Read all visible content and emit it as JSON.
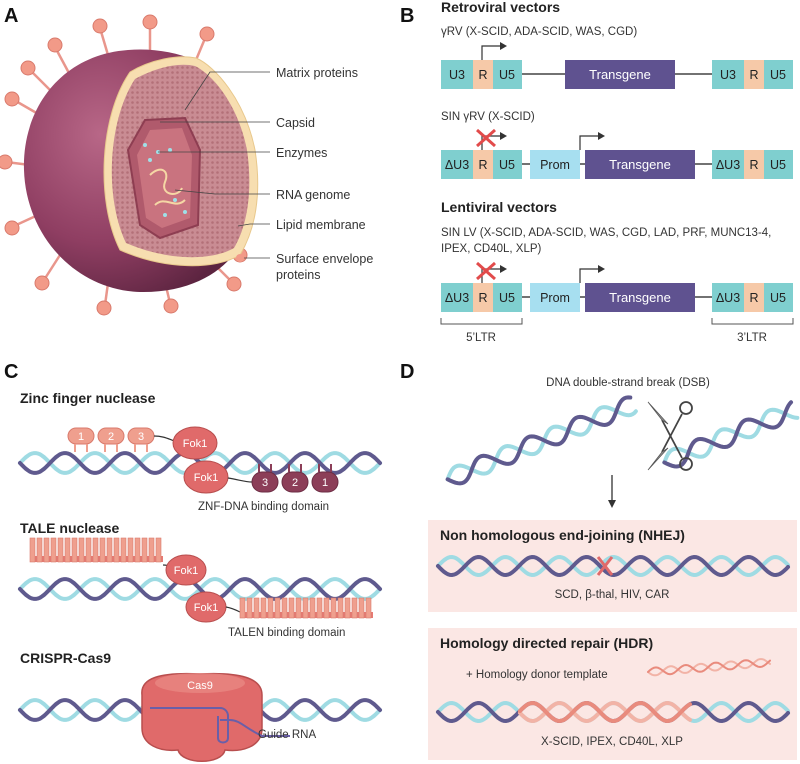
{
  "panels": {
    "a": "A",
    "b": "B",
    "c": "C",
    "d": "D"
  },
  "panel_a": {
    "labels": {
      "matrix": "Matrix proteins",
      "capsid": "Capsid",
      "enzymes": "Enzymes",
      "rna": "RNA genome",
      "lipid": "Lipid membrane",
      "envelope_1": "Surface envelope",
      "envelope_2": "proteins"
    }
  },
  "panel_b": {
    "retro_title": "Retroviral vectors",
    "gamma_rv": "γRV (X-SCID, ADA-SCID, WAS, CGD)",
    "sin_gamma_rv": "SIN γRV (X-SCID)",
    "lenti_title": "Lentiviral vectors",
    "sin_lv_1": "SIN LV (X-SCID, ADA-SCID, WAS, CGD, LAD, PRF, MUNC13-4,",
    "sin_lv_2": "IPEX, CD40L, XLP)",
    "u3": "U3",
    "du3": "ΔU3",
    "r": "R",
    "u5": "U5",
    "prom": "Prom",
    "transgene": "Transgene",
    "ltr5": "5’LTR",
    "ltr3": "3’LTR"
  },
  "panel_c": {
    "zfn_title": "Zinc finger nuclease",
    "fok1": "Fok1",
    "zf_1": "1",
    "zf_2": "2",
    "zf_3": "3",
    "zfn_domain": "ZNF-DNA binding domain",
    "tale_title": "TALE nuclease",
    "talen_domain": "TALEN binding domain",
    "crispr_title": "CRISPR-Cas9",
    "cas9": "Cas9",
    "guide": "Guide RNA"
  },
  "panel_d": {
    "dsb": "DNA double-strand break (DSB)",
    "nhej_title": "Non homologous end-joining (NHEJ)",
    "nhej_apps": "SCD, β-thal, HIV, CAR",
    "hdr_title": "Homology directed repair (HDR)",
    "donor": "+ Homology donor template",
    "hdr_apps": "X-SCID, IPEX, CD40L, XLP"
  },
  "colors": {
    "teal": "#7fcfcf",
    "peach": "#f6c9a8",
    "purple": "#5f5290",
    "light_blue": "#a7dff0",
    "dark_strand": "#5f5a8e",
    "light_strand": "#9fdbe3",
    "salmon": "#e77b74",
    "pink_bg": "#fbe7e4",
    "virus": "#8a3a5c",
    "cross": "#e24b4b"
  }
}
